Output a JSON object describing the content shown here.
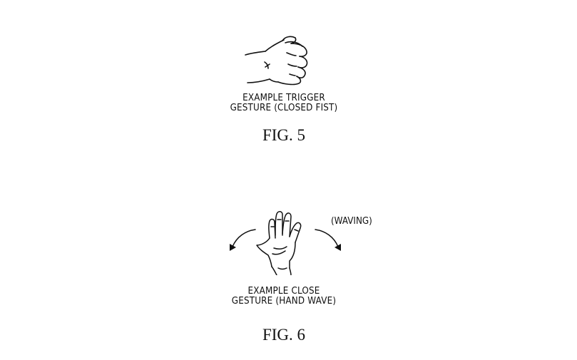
{
  "fig5": {
    "caption_line1": "EXAMPLE TRIGGER",
    "caption_line2": "GESTURE (CLOSED FIST)",
    "label": "FIG. 5",
    "icon": "closed-fist"
  },
  "fig6": {
    "caption_line1": "EXAMPLE CLOSE",
    "caption_line2": "GESTURE (HAND WAVE)",
    "label": "FIG. 6",
    "annotation": "(WAVING)",
    "icon": "open-hand-waving"
  }
}
